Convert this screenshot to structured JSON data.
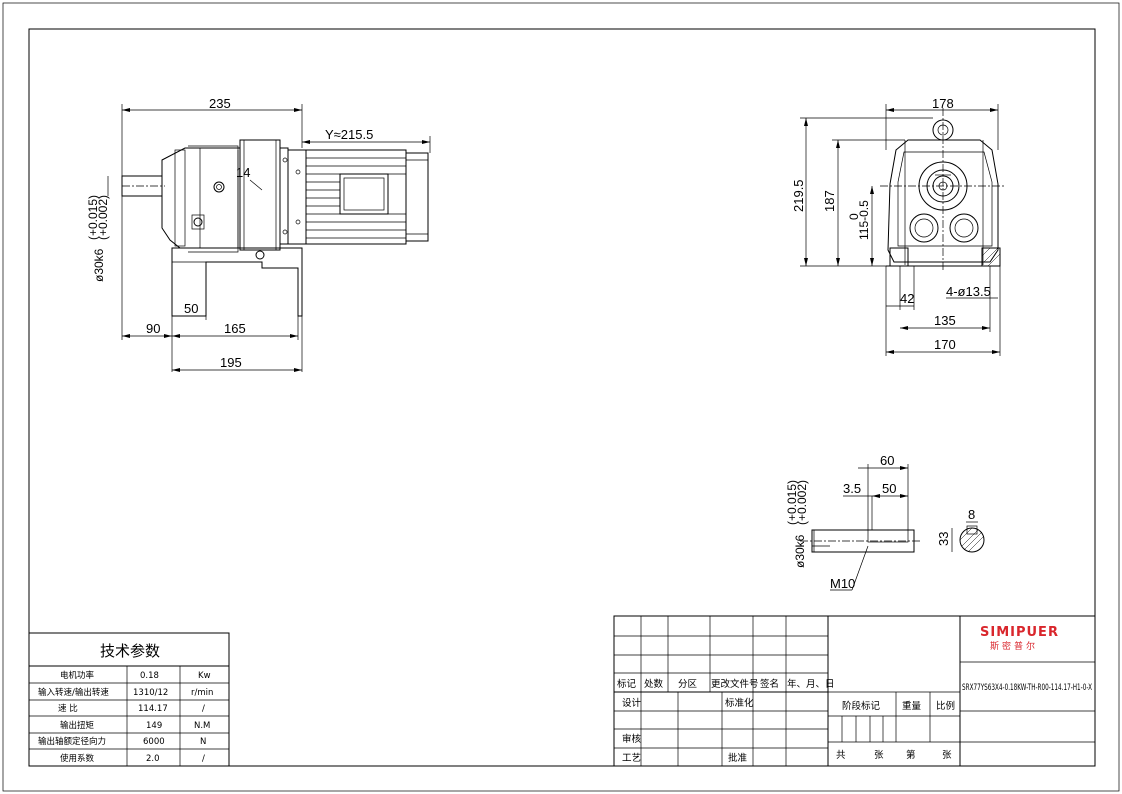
{
  "drawing": {
    "side_view": {
      "dim_overall": "235",
      "dim_motor": "Y≈215.5",
      "dim_flange": "14",
      "dim_shaft_dia": "ø30k6",
      "dim_shaft_tol": "(+0.015)",
      "dim_shaft_tol2": "(+0.002)",
      "dim_50": "50",
      "dim_90": "90",
      "dim_165": "165",
      "dim_195": "195"
    },
    "end_view": {
      "dim_width": "178",
      "dim_height": "219.5",
      "dim_187": "187",
      "dim_shaft_h": "115-0.5",
      "dim_shaft_h_top": "0",
      "dim_42": "42",
      "dim_holes": "4-ø13.5",
      "dim_135": "135",
      "dim_170": "170"
    },
    "shaft_detail": {
      "dim_60": "60",
      "dim_3_5": "3.5",
      "dim_50": "50",
      "dim_dia": "ø30k6",
      "dim_tol": "(+0.015)",
      "dim_tol2": "(+0.002)",
      "dim_thread": "M10",
      "dim_key": "8",
      "dim_33": "33"
    }
  },
  "tech_table": {
    "title": "技术参数",
    "rows": [
      {
        "name": "电机功率",
        "value": "0.18",
        "unit": "Kw"
      },
      {
        "name": "输入转速/输出转速",
        "value": "1310/12",
        "unit": "r/min"
      },
      {
        "name": "速    比",
        "value": "114.17",
        "unit": "/"
      },
      {
        "name": "输出扭矩",
        "value": "149",
        "unit": "N.M"
      },
      {
        "name": "输出轴额定径向力",
        "value": "6000",
        "unit": "N"
      },
      {
        "name": "使用系数",
        "value": "2.0",
        "unit": "/"
      }
    ]
  },
  "title_block": {
    "headers": [
      "标记",
      "处数",
      "分区",
      "更改文件号",
      "签名",
      "年、月、日"
    ],
    "design": "设计",
    "standardize": "标准化",
    "review": "审核",
    "process": "工艺",
    "approve": "批准",
    "stage_mark": "阶段标记",
    "weight": "重量",
    "scale": "比例",
    "sheets_total": "共",
    "sheets_unit": "张",
    "sheet_no": "第",
    "sheet_unit2": "张",
    "logo": "SIMIPUER",
    "logo_cn": "斯密普尔",
    "model": "SRX77YS63X4-0.18KW-TH-R00-114.17-H1-0-X"
  }
}
